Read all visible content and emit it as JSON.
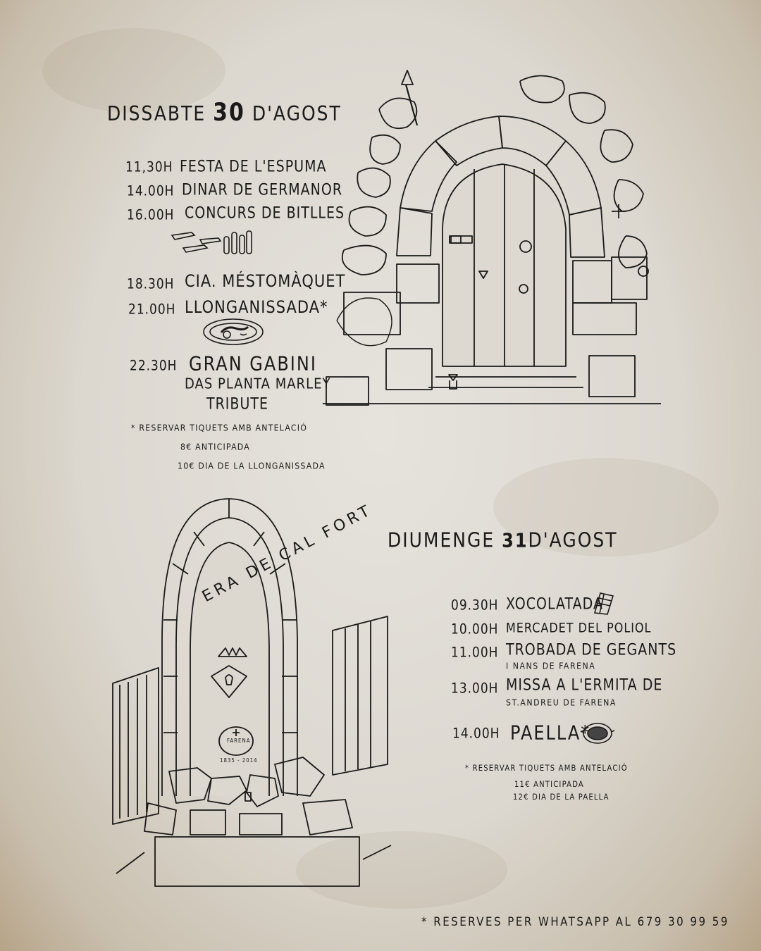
{
  "saturday": {
    "title_day": "DISSABTE",
    "title_num": "30",
    "title_month": "D'AGOST",
    "events": [
      {
        "time": "11,30h",
        "name": "FESTA DE L'ESPUMA"
      },
      {
        "time": "14.00h",
        "name": "DINAR DE GERMANOR"
      },
      {
        "time": "16.00h",
        "name": "CONCURS DE BITLLES"
      },
      {
        "time": "18.30h",
        "name": "CIA. MÉSTOMÀQUET"
      },
      {
        "time": "21.00h",
        "name": "LLONGANISSADA*"
      },
      {
        "time": "22.30h",
        "name": "GRAN GABINI",
        "sub1": "DAS PLANTA MARLEY",
        "sub2": "TRIBUTE"
      }
    ],
    "note": "* RESERVAR TIQUETS AMB ANTELACIÓ",
    "price1": "8€ ANTICIPADA",
    "price2": "10€ DIA DE LA LLONGANISSADA"
  },
  "sunday": {
    "title_day": "DIUMENGE",
    "title_num": "31",
    "title_month": "D'AGOST",
    "events": [
      {
        "time": "09.30h",
        "name": "XOCOLATADA"
      },
      {
        "time": "10.00h",
        "name": "MERCADET DEL POLIOL"
      },
      {
        "time": "11.00h",
        "name": "TROBADA DE GEGANTS",
        "sub": "I NANS DE FARENA"
      },
      {
        "time": "13.00h",
        "name": "MISSA A L'ERMITA DE",
        "sub": "ST.ANDREU DE FARENA"
      },
      {
        "time": "14.00h",
        "name": "PAELLA*"
      }
    ],
    "note": "* RESERVAR TIQUETS AMB ANTELACIÓ",
    "price1": "11€ ANTICIPADA",
    "price2": "12€ DIA DE LA PAELLA"
  },
  "sign": {
    "arch_text": "ERA DE CAL FORT",
    "badge": "FARENA",
    "years": "1835 - 2014"
  },
  "footer": "* RESERVES PER WHATSAPP AL 679 30 99 59"
}
